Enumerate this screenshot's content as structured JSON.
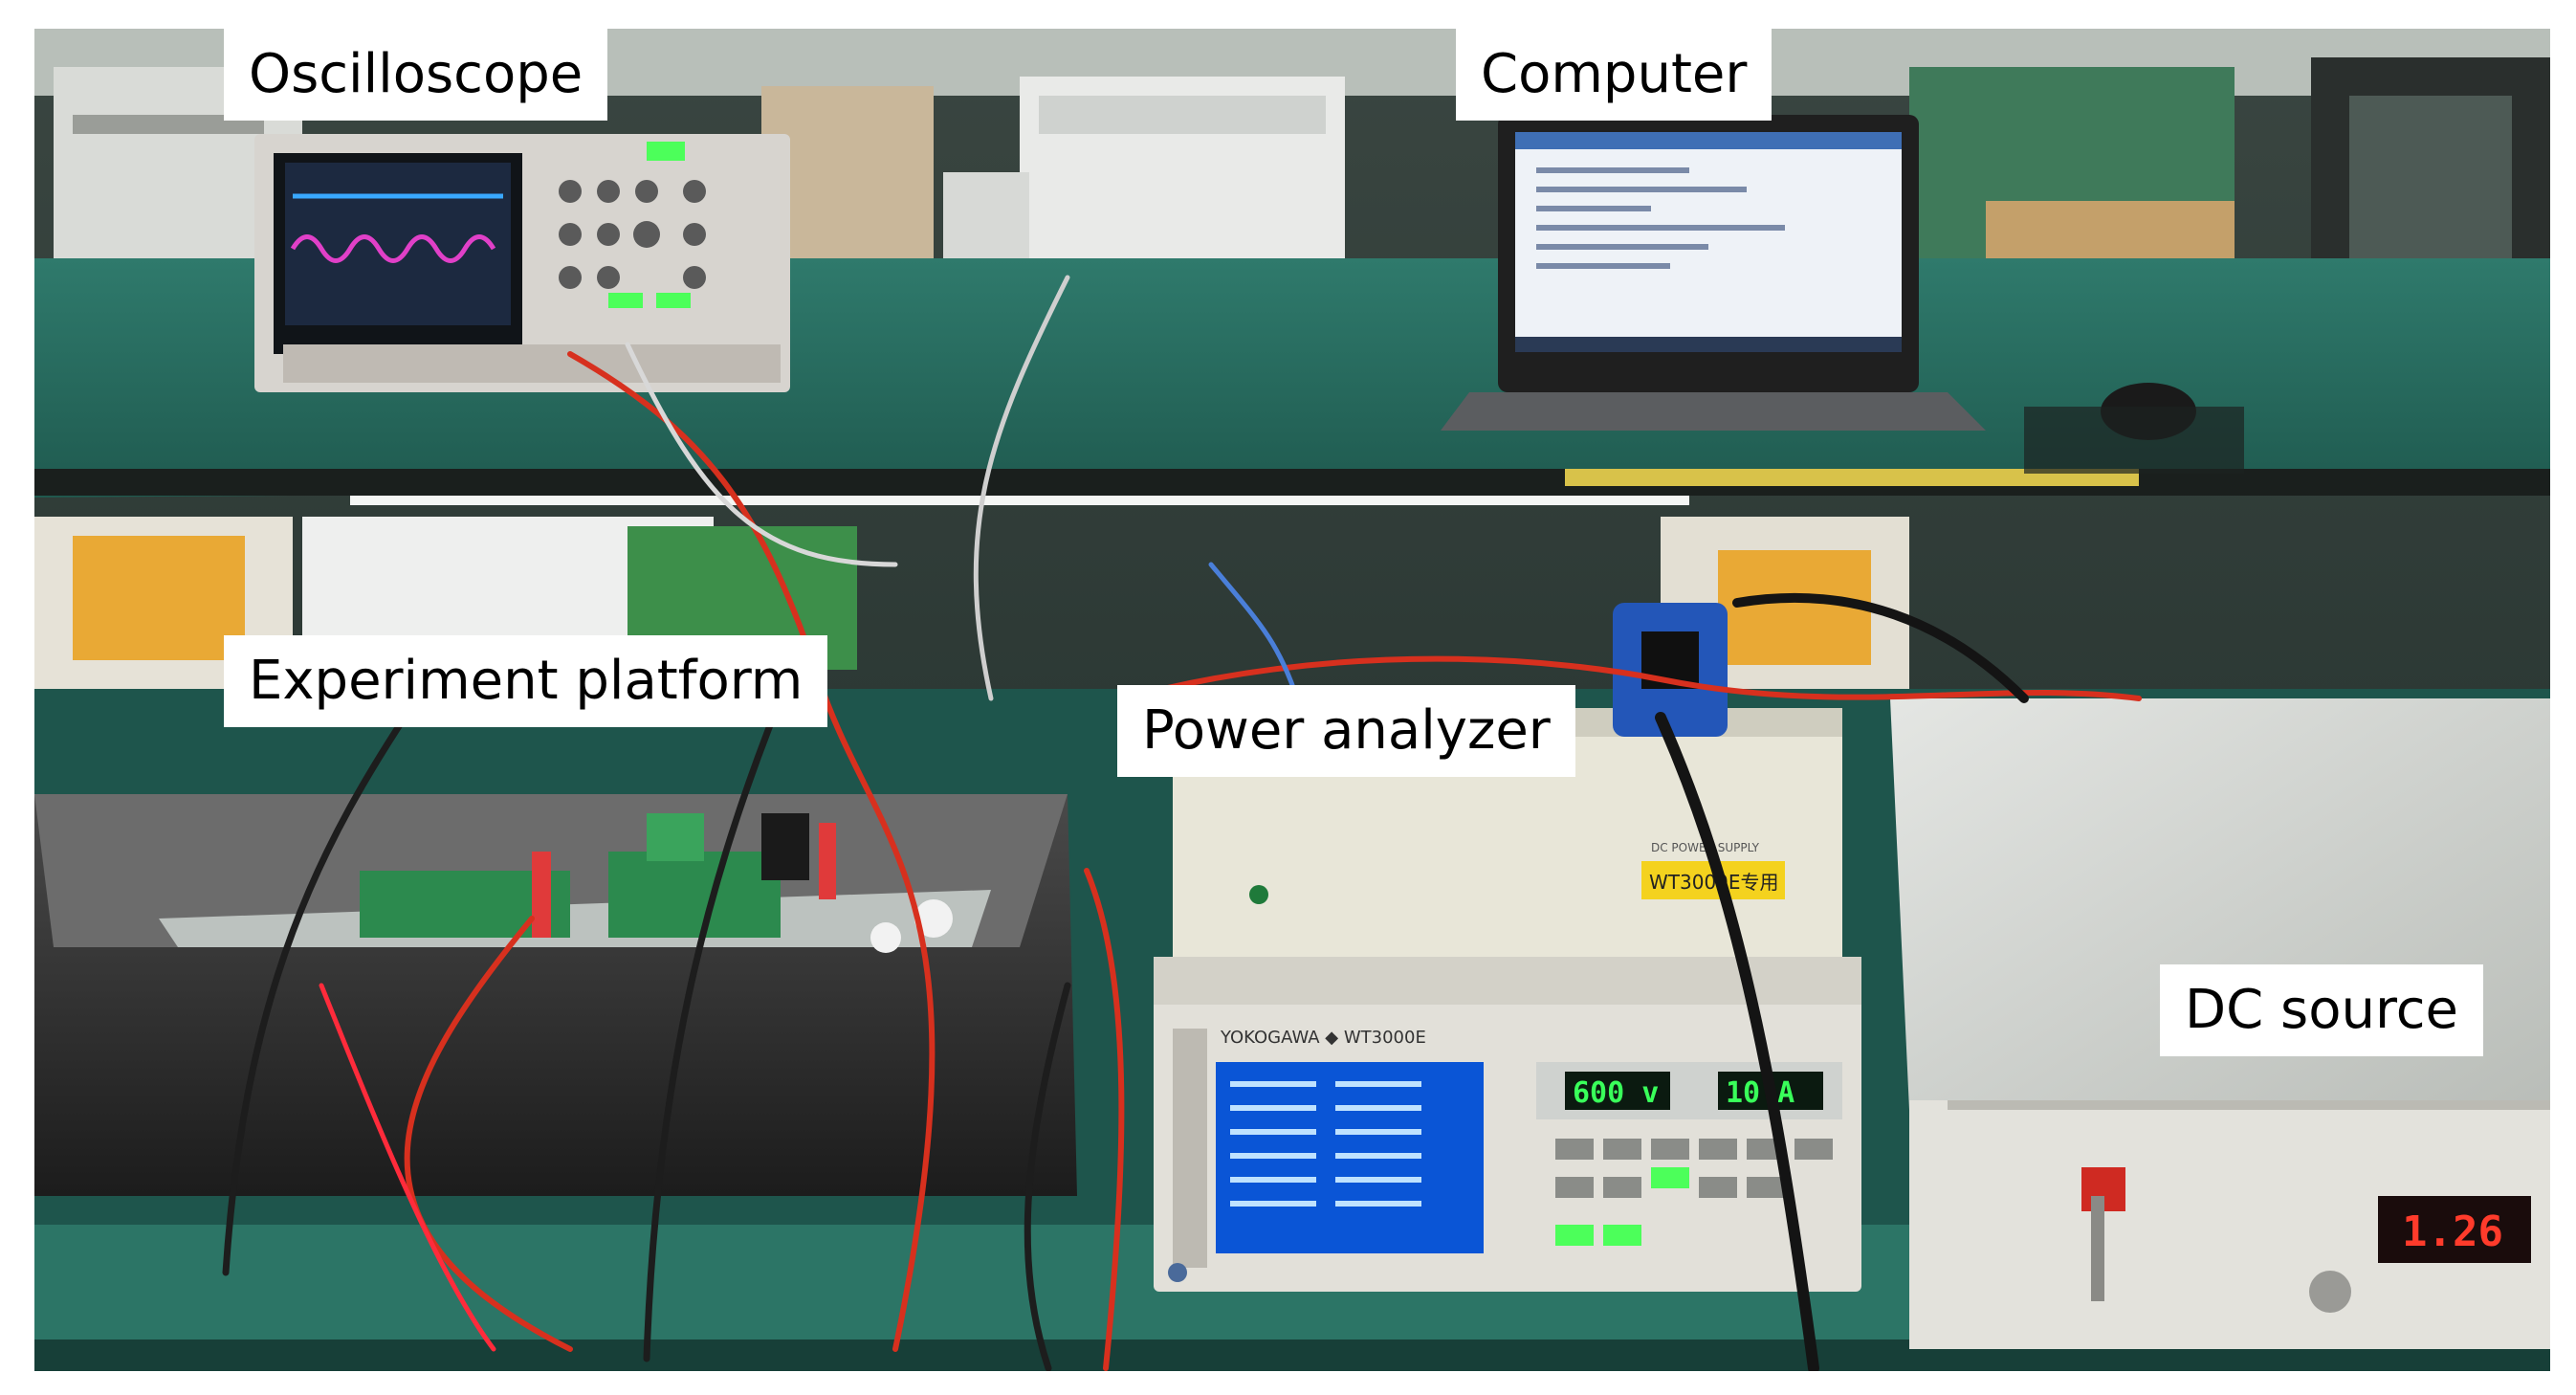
{
  "labels": {
    "oscilloscope": "Oscilloscope",
    "computer": "Computer",
    "experiment_platform": "Experiment platform",
    "power_analyzer": "Power analyzer",
    "dc_source": "DC source"
  },
  "device_text": {
    "analyzer_brand": "YOKOGAWA ◆ WT3000E",
    "analyzer_voltage": "600 v",
    "analyzer_current": "10 A",
    "dc_source_display": "1.26",
    "dc_supply_tag": "WT3000E专用",
    "dc_supply_panel": "DC POWER SUPPLY"
  },
  "colors": {
    "bench_green": "#2a6a5e",
    "analyzer_screen": "#0a55d6",
    "lcd_green": "#39ff5a",
    "lcd_red": "#ff3b2b",
    "cable_red": "#d7301e"
  }
}
